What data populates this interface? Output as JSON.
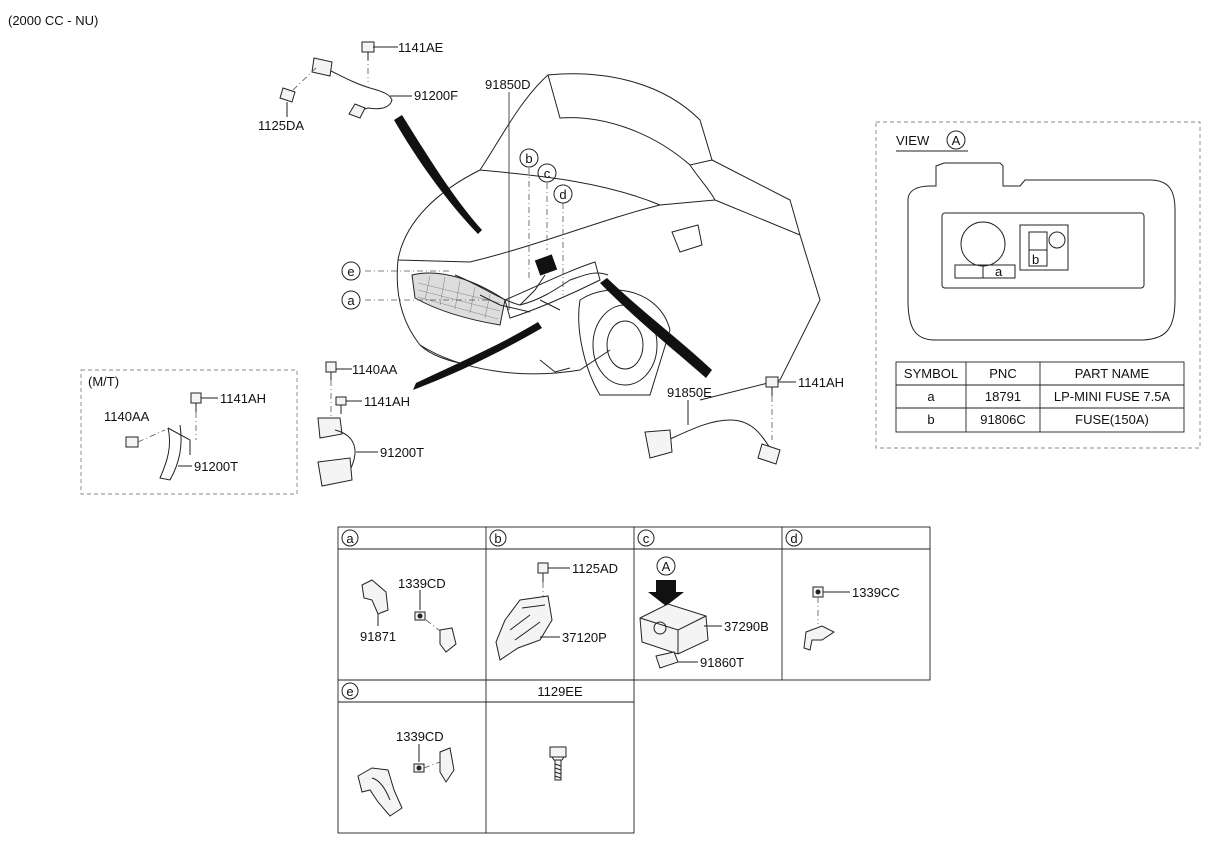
{
  "header": {
    "variant": "(2000 CC - NU)"
  },
  "callouts": {
    "c1141AE": "1141AE",
    "c1125DA": "1125DA",
    "c91200F": "91200F",
    "c91850D": "91850D",
    "c91850E": "91850E",
    "c1141AH_right": "1141AH",
    "c1140AA_center": "1140AA",
    "c1141AH_center": "1141AH",
    "c91200T_center": "91200T",
    "c1140AA_mt": "1140AA",
    "c1141AH_mt": "1141AH",
    "c91200T_mt": "91200T",
    "mt_label": "(M/T)"
  },
  "circle_letters": {
    "a": "a",
    "b": "b",
    "c": "c",
    "d": "d",
    "e": "e",
    "A": "A"
  },
  "view_panel": {
    "title": "VIEW",
    "marker": "A",
    "fuse_a": "a",
    "fuse_b": "b",
    "table": {
      "headers": [
        "SYMBOL",
        "PNC",
        "PART NAME"
      ],
      "rows": [
        [
          "a",
          "18791",
          "LP-MINI FUSE 7.5A"
        ],
        [
          "b",
          "91806C",
          "FUSE(150A)"
        ]
      ]
    }
  },
  "detail_grid": {
    "cells": {
      "a": {
        "parts": [
          "1339CD",
          "91871"
        ]
      },
      "b": {
        "parts": [
          "1125AD",
          "37120P"
        ]
      },
      "c": {
        "parts": [
          "37290B",
          "91860T"
        ]
      },
      "d": {
        "parts": [
          "1339CC"
        ]
      },
      "e": {
        "parts": [
          "1339CD"
        ]
      },
      "f": {
        "title": "1129EE"
      }
    }
  }
}
